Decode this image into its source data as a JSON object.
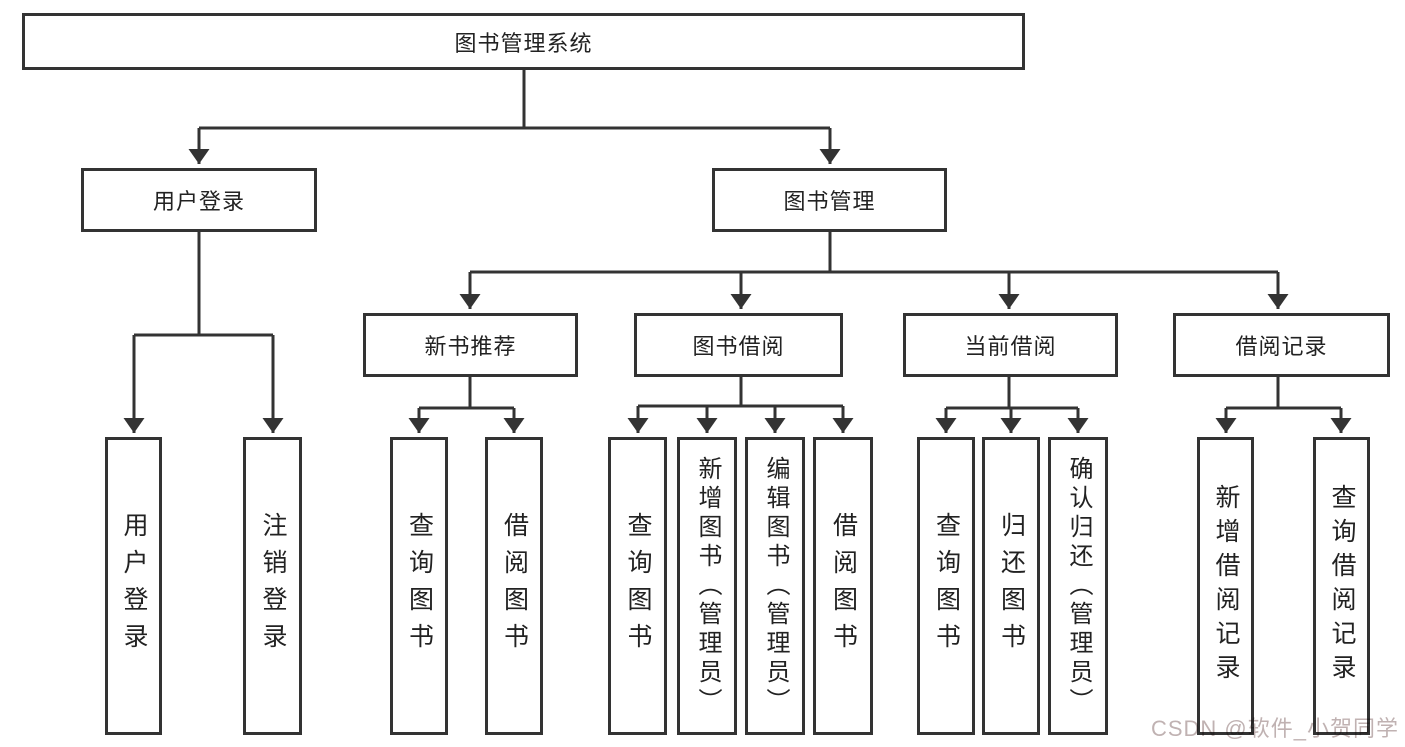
{
  "diagram": {
    "type": "hierarchy-flowchart",
    "root": {
      "label": "图书管理系统"
    },
    "branches": [
      {
        "id": "user-login",
        "label": "用户登录"
      },
      {
        "id": "book-management",
        "label": "图书管理"
      }
    ],
    "sections": [
      {
        "id": "new-book-recommend",
        "label": "新书推荐",
        "parent": "book-management"
      },
      {
        "id": "book-borrowing",
        "label": "图书借阅",
        "parent": "book-management"
      },
      {
        "id": "current-borrowing",
        "label": "当前借阅",
        "parent": "book-management"
      },
      {
        "id": "borrowing-records",
        "label": "借阅记录",
        "parent": "book-management"
      }
    ],
    "leaves": [
      {
        "id": "user-login-leaf",
        "label": "用户登录",
        "parent": "user-login"
      },
      {
        "id": "logout-leaf",
        "label": "注销登录",
        "parent": "user-login"
      },
      {
        "id": "query-books-rec",
        "label": "查询图书",
        "parent": "new-book-recommend"
      },
      {
        "id": "borrow-books-rec",
        "label": "借阅图书",
        "parent": "new-book-recommend"
      },
      {
        "id": "query-books-borrow",
        "label": "查询图书",
        "parent": "book-borrowing"
      },
      {
        "id": "add-books-admin",
        "label": "新增图书（管理员）",
        "parent": "book-borrowing"
      },
      {
        "id": "edit-books-admin",
        "label": "编辑图书（管理员）",
        "parent": "book-borrowing"
      },
      {
        "id": "borrow-books",
        "label": "借阅图书",
        "parent": "book-borrowing"
      },
      {
        "id": "query-books-current",
        "label": "查询图书",
        "parent": "current-borrowing"
      },
      {
        "id": "return-books",
        "label": "归还图书",
        "parent": "current-borrowing"
      },
      {
        "id": "confirm-return-admin",
        "label": "确认归还（管理员）",
        "parent": "current-borrowing"
      },
      {
        "id": "add-borrow-record",
        "label": "新增借阅记录",
        "parent": "borrowing-records"
      },
      {
        "id": "query-borrow-record",
        "label": "查询借阅记录",
        "parent": "borrowing-records"
      }
    ],
    "colors": {
      "line": "#333333",
      "text": "#222222",
      "background": "#ffffff",
      "watermark": "#c0b2b2"
    }
  },
  "watermark": {
    "text": "CSDN @软件_小贺同学"
  }
}
